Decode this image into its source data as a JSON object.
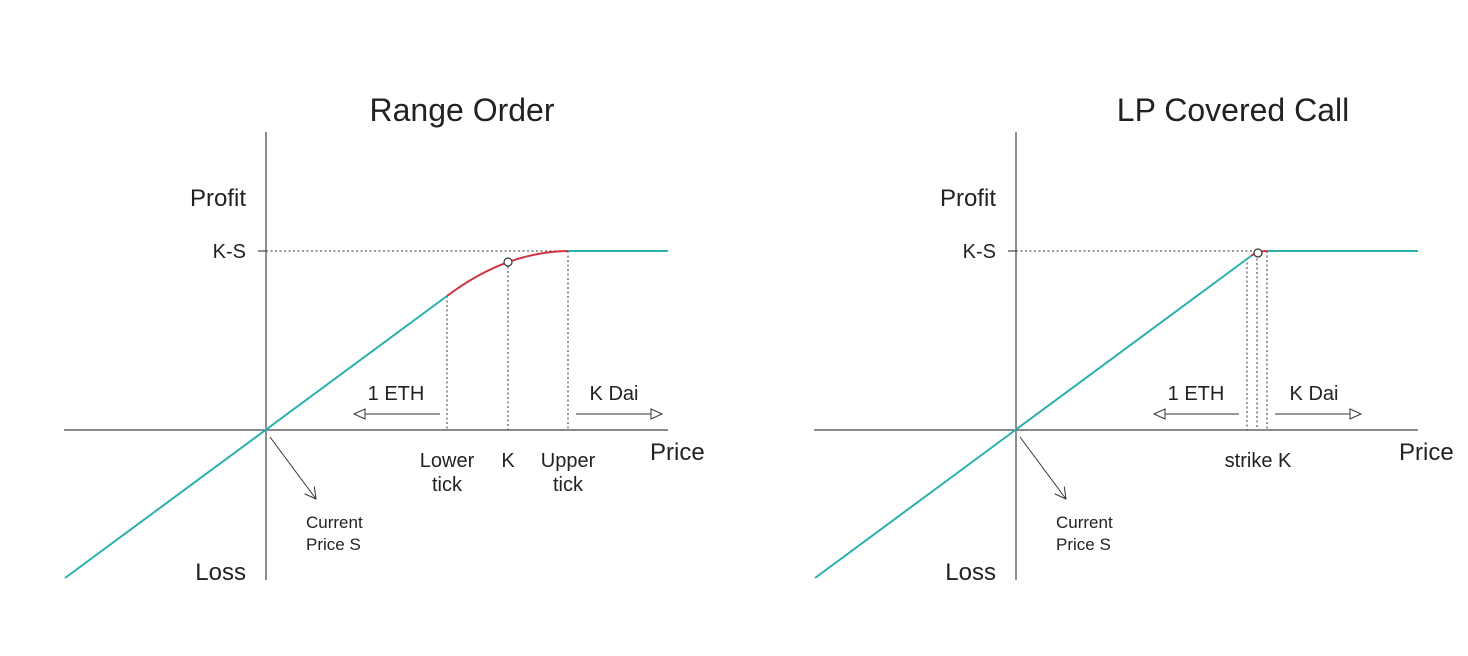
{
  "colors": {
    "payoff_line": "#2ab0ad",
    "range_segment": "#d0343e",
    "axis": "#444444",
    "guide": "#333333",
    "text": "#222222"
  },
  "left": {
    "title": "Range Order",
    "y_top_label": "Profit",
    "y_bottom_label": "Loss",
    "x_label": "Price",
    "ks_label": "K-S",
    "lower_tick_line1": "Lower",
    "lower_tick_line2": "tick",
    "k_label": "K",
    "upper_tick_line1": "Upper",
    "upper_tick_line2": "tick",
    "eth_label": "1 ETH",
    "dai_label": "K Dai",
    "current_price_line1": "Current",
    "current_price_line2": "Price S"
  },
  "right": {
    "title": "LP Covered Call",
    "y_top_label": "Profit",
    "y_bottom_label": "Loss",
    "x_label": "Price",
    "ks_label": "K-S",
    "strike_label": "strike K",
    "eth_label": "1 ETH",
    "dai_label": "K Dai",
    "current_price_line1": "Current",
    "current_price_line2": "Price S"
  }
}
